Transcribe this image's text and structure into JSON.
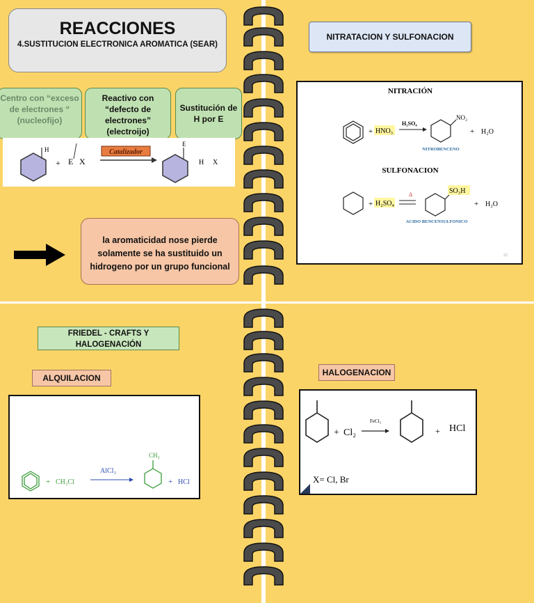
{
  "header": {
    "title": "REACCIONES",
    "subtitle": "4.SUSTITUCION ELECTRONICA AROMATICA (SEAR)"
  },
  "concepts": {
    "nucleofilo": "Centro con “exceso de electrones “ (nucleofijo)",
    "electrofilo": "Reactivo con “defecto de electrones” (electroijo)",
    "sustitucion": "Sustitución de H por E"
  },
  "general_reaction": {
    "h_label": "H",
    "plus": "+",
    "e_label": "E",
    "x_label": "X",
    "catalyst": "Catalizador",
    "product_e": "E",
    "product_h": "H",
    "product_x": "X"
  },
  "note": "la aromaticidad nose pierde solamente se ha sustituido un hidrogeno por un grupo funcional",
  "nitratacion": {
    "label": "NITRATACION Y SULFONACION",
    "nitracion_title": "NITRACIÓN",
    "reagent": "HNO₃",
    "catalyst": "H₂SO₄",
    "group": "NO₂",
    "product_name": "NITROBENCENO",
    "byproduct": "H₂O",
    "sulfonacion_title": "SULFONACION",
    "reagent2": "H₂SO₄",
    "delta": "Δ",
    "group2": "SO₃H",
    "product_name2": "ACIDO BENCENSULFONICO",
    "byproduct2": "H₂O",
    "page_num": "22"
  },
  "friedel": {
    "label": "FRIEDEL - CRAFTS Y HALOGENACIÓN",
    "alq_label": "ALQUILACION",
    "reagent": "CH₃Cl",
    "catalyst": "AlCl₃",
    "group": "CH₃",
    "byproduct": "HCl"
  },
  "halogenacion": {
    "label": "HALOGENACION",
    "reagent": "Cl₂",
    "catalyst": "FeCl₃",
    "byproduct": "HCl",
    "note": "X= Cl, Br"
  },
  "colors": {
    "background": "#fbd468",
    "green_box": "#bfe0b0",
    "salmon_box": "#f6c6a6",
    "blue_label": "#dce6f5",
    "product_name": "#2a6aa0",
    "alq_green": "#3a9a3a"
  }
}
